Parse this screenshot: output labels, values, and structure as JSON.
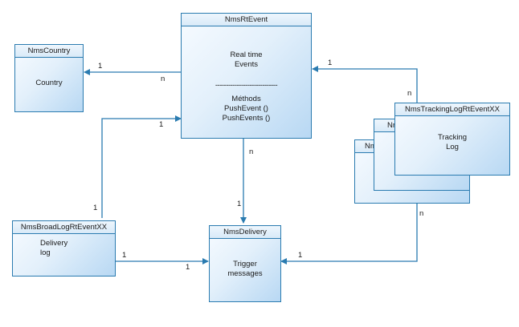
{
  "entities": {
    "event": {
      "title": "NmsRtEvent",
      "desc": "Real time\nEvents",
      "separator": "-----------------------------",
      "methods_title": "Méthods",
      "methods": "PushEvent ()\nPushEvents ()"
    },
    "country": {
      "title": "NmsCountry",
      "desc": "Country"
    },
    "broad": {
      "title": "NmsBroadLogRtEventXX",
      "desc": "Delivery\nlog"
    },
    "delivery": {
      "title": "NmsDelivery",
      "desc": "Trigger\nmessages"
    },
    "tracking": {
      "title": "NmsTrackingLogRtEventXX",
      "desc": "Tracking\nLog",
      "stack_titles": [
        "Nm",
        "Nr"
      ]
    }
  },
  "labels": {
    "country_one": "1",
    "country_n": "n",
    "tracking_one": "1",
    "tracking_n": "n",
    "broad_one": "1",
    "broad_event_one": "1",
    "event_delivery_n": "n",
    "event_delivery_one": "1",
    "broad_delivery_one": "1",
    "broad_delivery_one_b": "1",
    "tracking_delivery_n": "n",
    "tracking_delivery_one": "1"
  },
  "colors": {
    "line": "#2a7bb0",
    "border": "#2a7bb0"
  }
}
